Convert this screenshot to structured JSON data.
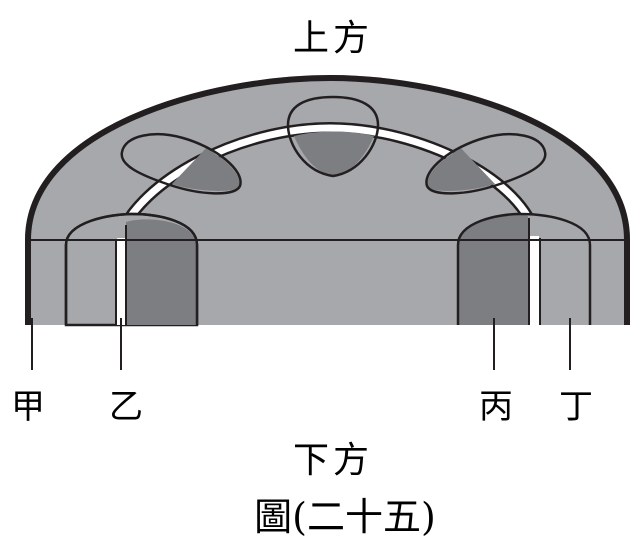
{
  "labels": {
    "top": "上方",
    "bottom": "下方",
    "jia": "甲",
    "yi": "乙",
    "bing": "丙",
    "ding": "丁"
  },
  "caption": "圖(二十五)",
  "colors": {
    "light_gray": "#a6a8ab",
    "dark_gray": "#7c7e81",
    "outline": "#231f20",
    "white": "#ffffff"
  }
}
